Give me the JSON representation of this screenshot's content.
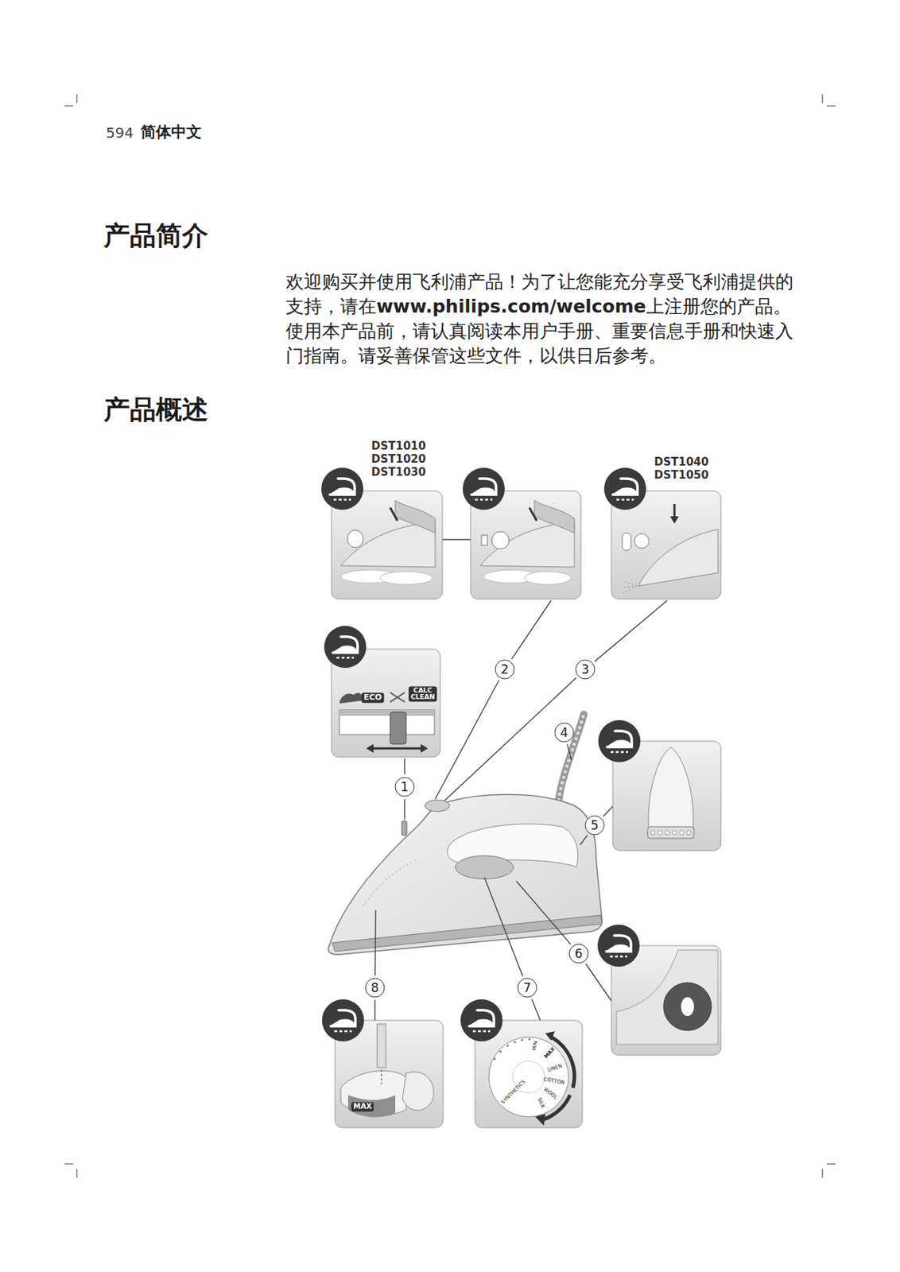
{
  "diagram": {
    "title": "产品简介",
    "labels": [
      "594",
      "简体中文",
      "欢迎购买并使用飞利浦产品！为了让您能充分享受飞利浦提供的支持，请在",
      "www.philips.com/welcome",
      "上注册您的产品。使用本产品前，请认真阅读本用户手册、重要信息手册和快速入门指南。请妥善保管这些文件，以供日后参考。",
      "产品概述",
      "DST1010 DST1020 DST1030",
      "DST1040 DST1050",
      "ECO",
      "CALC CLEAN",
      "1",
      "2",
      "3",
      "4",
      "5",
      "6",
      "7",
      "8",
      "MIN",
      "MAX",
      "LINEN",
      "COTTON",
      "WOOL",
      "SILK",
      "SYNTHETICS",
      "MAX"
    ]
  }
}
